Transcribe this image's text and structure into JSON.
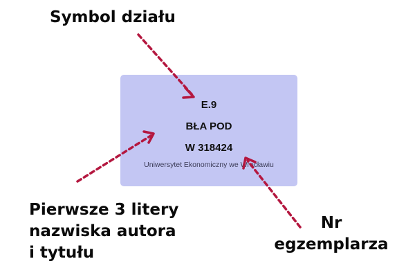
{
  "callouts": {
    "section_symbol": "Symbol działu",
    "author_title_letters": [
      "Pierwsze 3 litery",
      "nazwiska autora",
      "i tytułu"
    ],
    "copy_number": [
      "Nr",
      "egzemplarza"
    ]
  },
  "label": {
    "section": "E.9",
    "author_title": "BŁA POD",
    "copy": "W 318424",
    "institution": "Uniwersytet Ekonomiczny we Wrocławiu"
  },
  "colors": {
    "label_background": "#c3c6f3",
    "arrow": "#b4173f",
    "callout_text": "#0a0a0a"
  }
}
